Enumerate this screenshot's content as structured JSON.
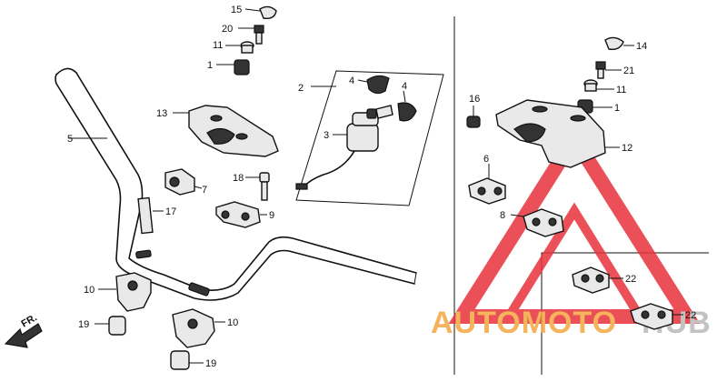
{
  "labels": {
    "l15": "15",
    "l20": "20",
    "l11a": "11",
    "l1a": "1",
    "l13": "13",
    "l5": "5",
    "l7": "7",
    "l18": "18",
    "l17": "17",
    "l9": "9",
    "l10a": "10",
    "l10b": "10",
    "l19a": "19",
    "l19b": "19",
    "l2": "2",
    "l4a": "4",
    "l4b": "4",
    "l3": "3",
    "l14": "14",
    "l21": "21",
    "l11b": "11",
    "l1b": "1",
    "l16": "16",
    "l12": "12",
    "l6": "6",
    "l8": "8",
    "l22a": "22",
    "l22b": "22"
  },
  "direction_arrow": {
    "label": "FR."
  },
  "watermark": {
    "text_orange": "AUTOMOTO",
    "text_gray": "HUB",
    "color_orange": "#f4a640",
    "color_gray": "#b9b9b9",
    "color_red": "#e8323c"
  },
  "colors": {
    "line": "#111111",
    "background": "#ffffff"
  }
}
